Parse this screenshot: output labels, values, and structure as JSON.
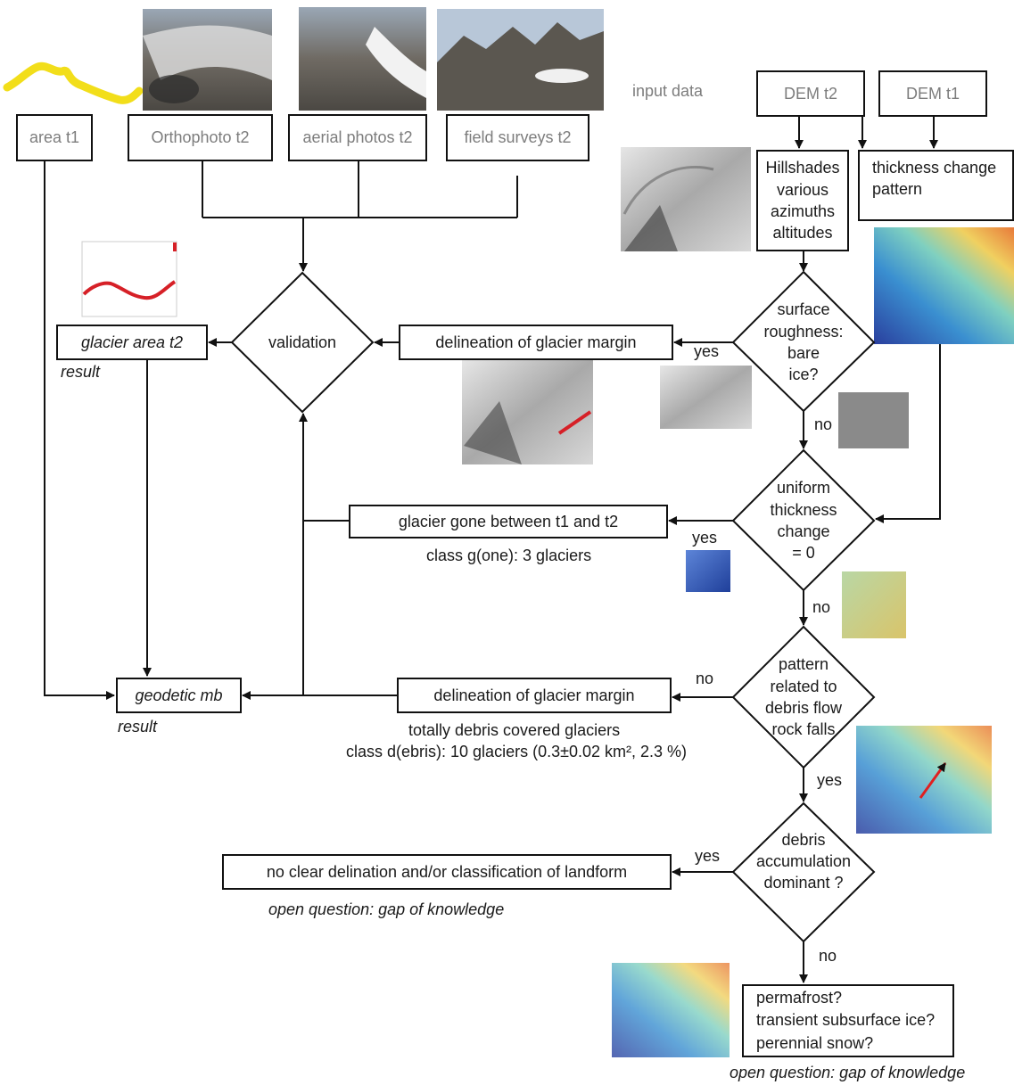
{
  "labels": {
    "input_data": "input data",
    "result_1": "result",
    "result_2": "result",
    "yes_1": "yes",
    "no_1": "no",
    "yes_2": "yes",
    "no_2": "no",
    "no_3": "no",
    "yes_3": "yes",
    "yes_4": "yes",
    "no_4": "no",
    "class_gone": "class g(one): 3 glaciers",
    "debris_covered": "totally debris covered glaciers",
    "class_debris": "class d(ebris): 10 glaciers (0.3±0.02 km², 2.3 %)",
    "open_question_1": "open question: gap of knowledge",
    "open_question_2": "open question: gap of knowledge"
  },
  "inputs": {
    "area_t1": "area t1",
    "orthophoto_t2": "Orthophoto t2",
    "aerial_photos_t2": "aerial photos t2",
    "field_surveys_t2": "field surveys t2",
    "dem_t2": "DEM t2",
    "dem_t1": "DEM t1"
  },
  "process": {
    "hillshades": "Hillshades\nvarious\nazimuths\naltitudes",
    "thickness_change_pattern": "thickness change\npattern",
    "delineation_1": "delineation of glacier margin",
    "glacier_gone": "glacier gone between t1 and t2",
    "delineation_2": "delineation of glacier margin",
    "no_clear": "no clear delination and/or classification of landform",
    "permafrost": "permafrost?\ntransient subsurface ice?\nperennial snow?"
  },
  "results": {
    "glacier_area_t2": "glacier area t2",
    "geodetic_mb": "geodetic mb"
  },
  "decisions": {
    "validation": "validation",
    "surface_roughness": "surface\nroughness:\nbare\nice?",
    "uniform_thickness": "uniform\nthickness\nchange\n= 0",
    "pattern_debris": "pattern\nrelated to\ndebris flow\nrock falls",
    "debris_accumulation": "debris\naccumulation\ndominant ?"
  },
  "colors": {
    "line": "#111111",
    "grey_text": "#7d7d7d",
    "outline_yellow": "#f2de1a",
    "outline_red": "#d62027",
    "arrow_red": "#e02020"
  }
}
